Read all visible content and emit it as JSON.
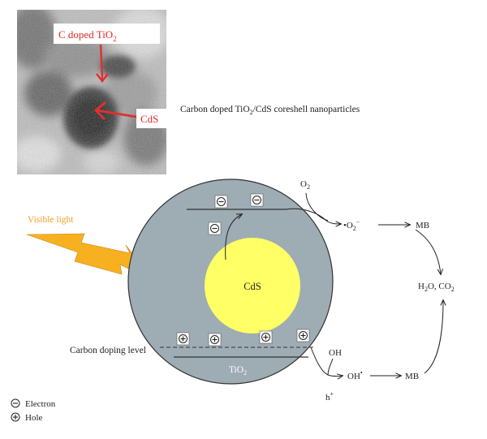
{
  "micrograph": {
    "shell_label": {
      "base": "C doped TiO",
      "sub": "2"
    },
    "core_label": "CdS"
  },
  "caption": {
    "pre": "Carbon doped TiO",
    "sub": "2",
    "post": "/CdS coreshell nanoparticles"
  },
  "light": {
    "label": "Visible light",
    "color": "#f7b020"
  },
  "particle": {
    "core_label": "CdS",
    "shell_label": {
      "base": "TiO",
      "sub": "2"
    },
    "doping_label": "Carbon doping level",
    "shell_color": "#9eacb4",
    "core_color": "#ffff66"
  },
  "reactions": {
    "o2": {
      "base": "O",
      "sub": "2"
    },
    "superoxide": {
      "base": "•O",
      "sub": "2",
      "sup": "−"
    },
    "mb_top": "MB",
    "products": {
      "h": "H",
      "h_sub": "2",
      "mid": "O, CO",
      "c_sub": "2"
    },
    "oh": "OH",
    "oh_radical": {
      "base": "OH",
      "sup": "•"
    },
    "mb_bottom": "MB",
    "hole": {
      "base": "h",
      "sup": "+"
    }
  },
  "legend": {
    "electron": "Electron",
    "hole": "Hole"
  },
  "carriers": {
    "electron_symbol": "−",
    "hole_symbol": "+"
  }
}
